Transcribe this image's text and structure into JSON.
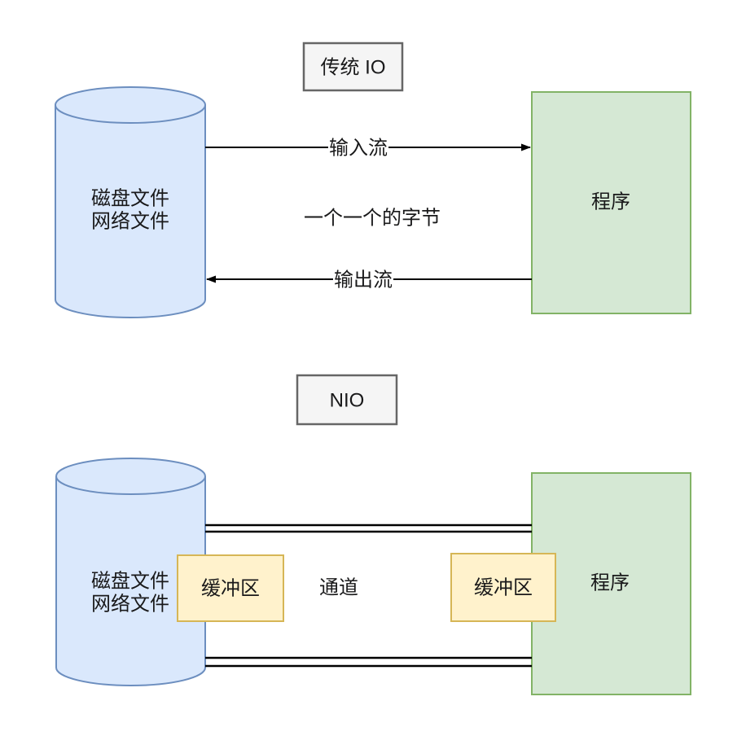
{
  "traditional": {
    "title": "传统 IO",
    "source": {
      "line1": "磁盘文件",
      "line2": "网络文件"
    },
    "program": "程序",
    "input_stream": "输入流",
    "output_stream": "输出流",
    "note": "一个一个的字节"
  },
  "nio": {
    "title": "NIO",
    "source": {
      "line1": "磁盘文件",
      "line2": "网络文件"
    },
    "program": "程序",
    "buffer_left": "缓冲区",
    "buffer_right": "缓冲区",
    "channel": "通道"
  },
  "colors": {
    "cylinder_fill": "#dae8fc",
    "cylinder_stroke": "#6c8ebf",
    "program_fill": "#d5e8d4",
    "program_stroke": "#82b366",
    "buffer_fill": "#fff2cc",
    "buffer_stroke": "#d6b656",
    "title_fill": "#f5f5f5",
    "title_stroke": "#666666",
    "line_color": "#000000"
  }
}
